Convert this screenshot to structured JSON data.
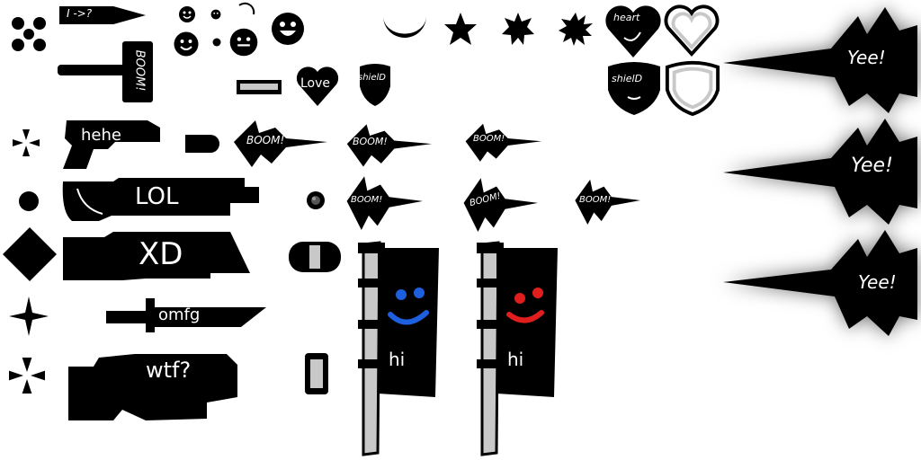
{
  "labels": {
    "sign_small": "I ->?",
    "hammer": "BOOM!",
    "love": "Love",
    "shield_small": "shielD",
    "heart_big": "heart",
    "shield_big": "shielD",
    "gun_hehe": "hehe",
    "gun_lol": "LOL",
    "gun_xd": "XD",
    "knife": "omfg",
    "gun_wtf": "wtf?",
    "boom": "BOOM!",
    "flag": "hi",
    "yee": "Yee!"
  },
  "icons": {
    "cross": "cross-icon",
    "star": "star-icon",
    "moon": "moon-icon",
    "heart": "heart-icon",
    "shield": "shield-icon",
    "diamond": "diamond-icon"
  },
  "colors": {
    "ink": "#000000",
    "paper": "#ffffff",
    "steel": "#c8c8c8",
    "flag_face_blue": "#1e5fe0",
    "flag_face_red": "#e01e1e"
  }
}
